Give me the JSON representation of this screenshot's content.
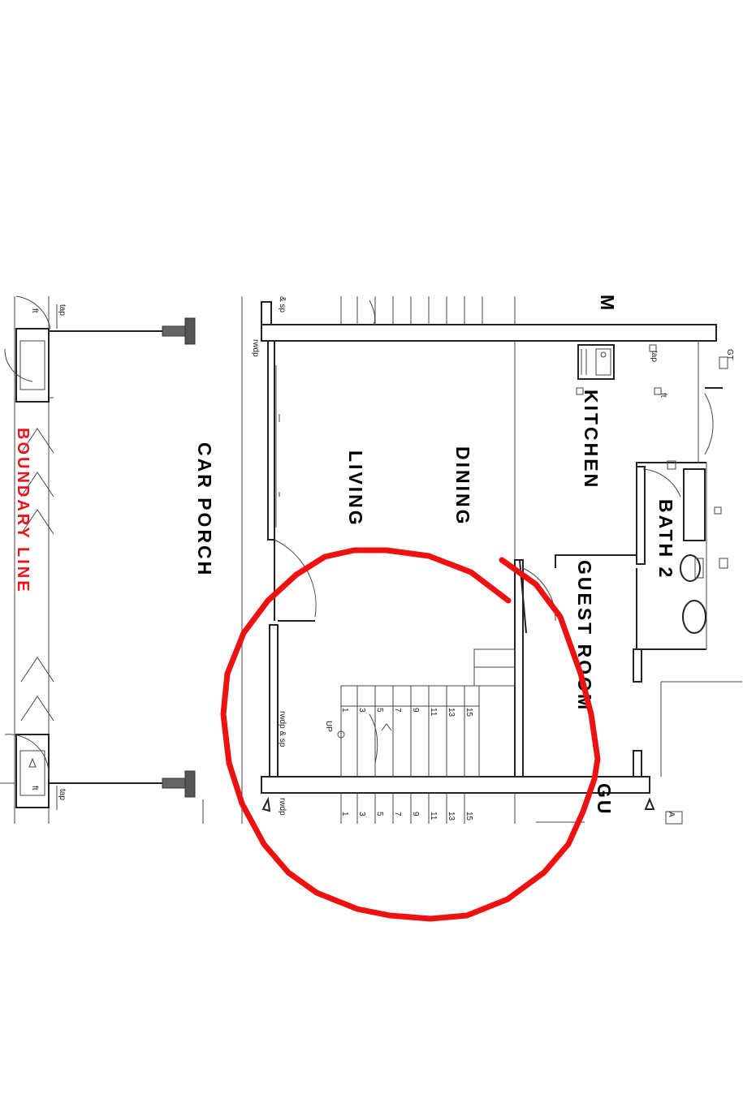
{
  "plan": {
    "rooms": {
      "car_porch": "CAR PORCH",
      "living": "LIVING",
      "dining": "DINING",
      "kitchen": "KITCHEN",
      "bath2": "BATH 2",
      "guest_room": "GUEST ROOM",
      "guest_room_cut": "GU",
      "m_cut": "M",
      "a_cut": "A"
    },
    "boundary_label": "BOUNDARY LINE",
    "boundary_color": "#e8141c",
    "annotation_color": "#ee1111",
    "labels": {
      "tap": "tap",
      "ft": "ft",
      "rwdp": "rwdp",
      "rwdp_sp": "rwdp & sp",
      "sp_cut": "& sp",
      "gt": "GT",
      "up": "UP"
    },
    "stair_numbers_upper": [
      "1",
      "3",
      "5",
      "7",
      "9",
      "11",
      "13",
      "15"
    ],
    "stair_numbers_lower": [
      "1",
      "3",
      "5",
      "7",
      "9",
      "11",
      "13",
      "15"
    ]
  }
}
